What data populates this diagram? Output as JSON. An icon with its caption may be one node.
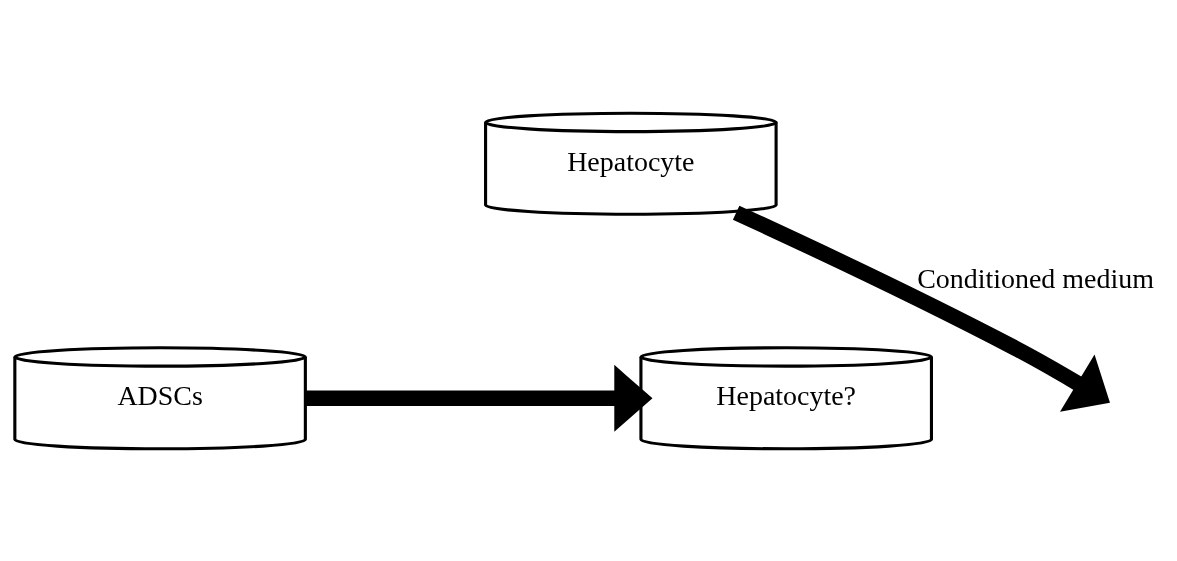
{
  "diagram": {
    "nodes": [
      {
        "text": [
          "Hepatocyte"
        ]
      },
      {
        "text": [
          "ADSCs"
        ]
      },
      {
        "text": [
          "Hepatocyte?"
        ]
      }
    ],
    "edges": [
      {
        "from": 0,
        "to": null,
        "arrow": "to",
        "label": "Conditioned medium"
      },
      {
        "from": 1,
        "to": 2,
        "arrow": "to"
      }
    ]
  }
}
